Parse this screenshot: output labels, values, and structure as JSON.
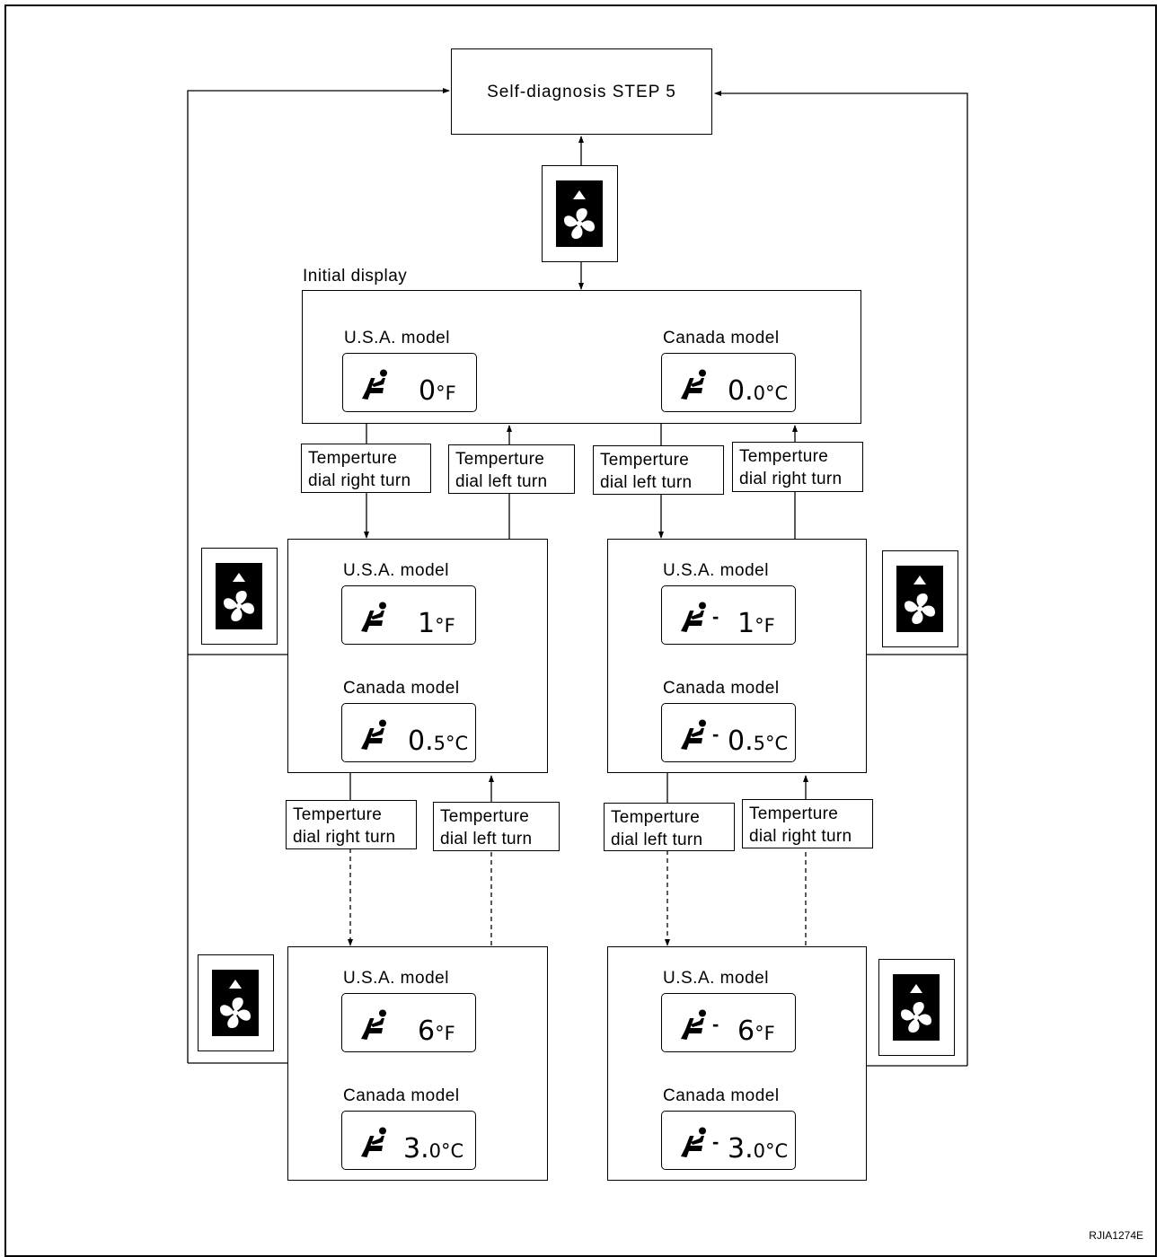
{
  "title": "Self-diagnosis STEP 5",
  "initial_display_label": "Initial display",
  "reference_code": "RJIA1274E",
  "models": {
    "usa": "U.S.A. model",
    "canada": "Canada model"
  },
  "transitions": {
    "line1": "Temperture",
    "right_turn": "dial right turn",
    "left_turn": "dial left turn"
  },
  "displays": {
    "initial": {
      "usa": {
        "value": "0",
        "unit": "°F"
      },
      "canada": {
        "value": "0.",
        "decimal": "0",
        "unit": "°C"
      }
    },
    "up_1": {
      "usa": {
        "value": "1",
        "unit": "°F"
      },
      "canada": {
        "value": "0.",
        "decimal": "5",
        "unit": "°C"
      }
    },
    "down_1": {
      "usa": {
        "sign": "-",
        "value": "1",
        "unit": "°F"
      },
      "canada": {
        "sign": "-",
        "value": "0.",
        "decimal": "5",
        "unit": "°C"
      }
    },
    "up_max": {
      "usa": {
        "value": "6",
        "unit": "°F"
      },
      "canada": {
        "value": "3.",
        "decimal": "0",
        "unit": "°C"
      }
    },
    "down_max": {
      "usa": {
        "sign": "-",
        "value": "6",
        "unit": "°F"
      },
      "canada": {
        "sign": "-",
        "value": "3.",
        "decimal": "0",
        "unit": "°C"
      }
    }
  },
  "icons": {
    "fan_up_button": "fan-up-icon",
    "seat": "driver-seat-icon"
  }
}
